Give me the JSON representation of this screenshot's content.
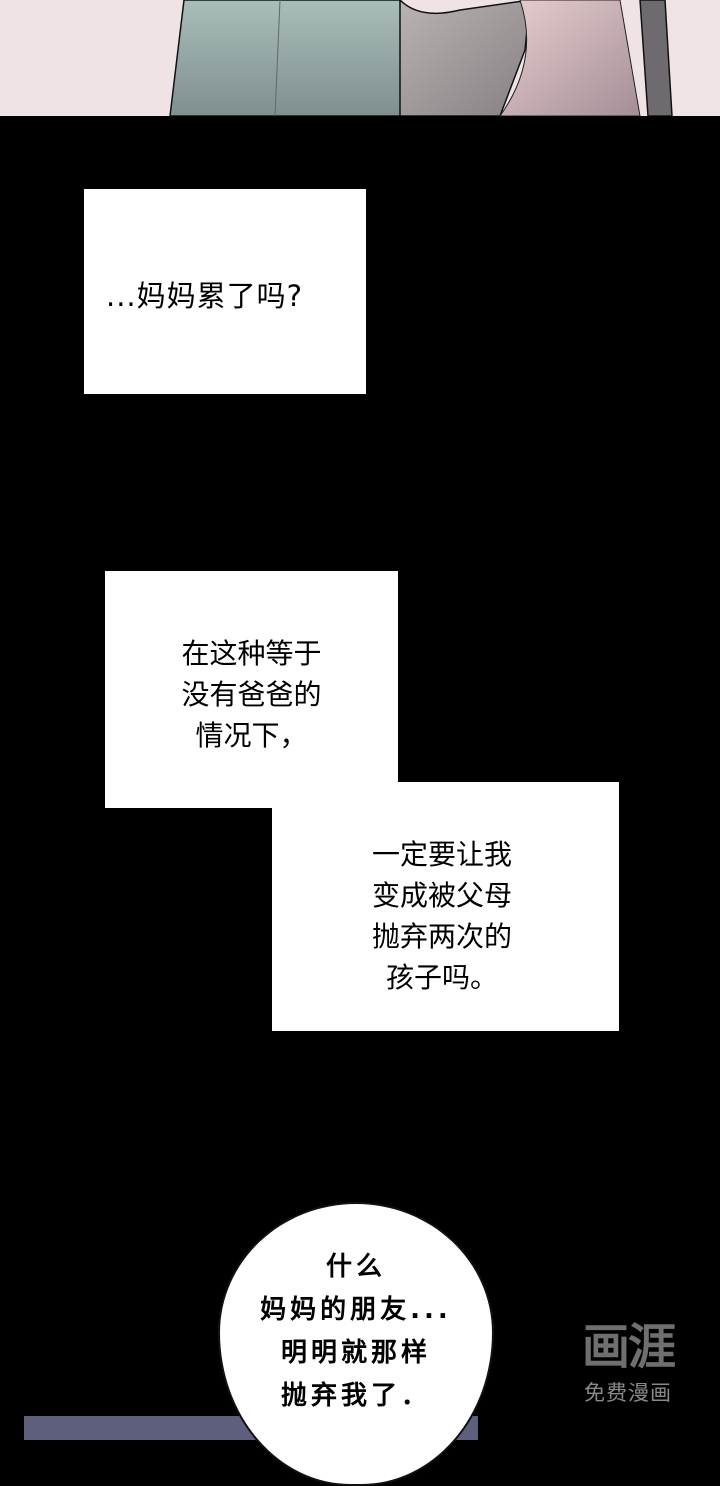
{
  "panel_top": {
    "description": "illustrated panel showing clothing of two figures on light pink background"
  },
  "caption_1": {
    "text": "...妈妈累了吗?"
  },
  "caption_2a": {
    "lines": "在这种等于\n没有爸爸的\n情况下，"
  },
  "caption_2b": {
    "lines": "一定要让我\n变成被父母\n抛弃两次的\n孩子吗。"
  },
  "speech_bubble": {
    "lines": "什么\n妈妈的朋友...\n明明就那样\n抛弃我了．"
  },
  "watermark": {
    "logo": "画涯",
    "subtitle": "免费漫画"
  },
  "colors": {
    "background": "#000000",
    "caption_bg": "#ffffff",
    "strip": "#5e5f7c",
    "watermark": "#7a7a7a"
  }
}
